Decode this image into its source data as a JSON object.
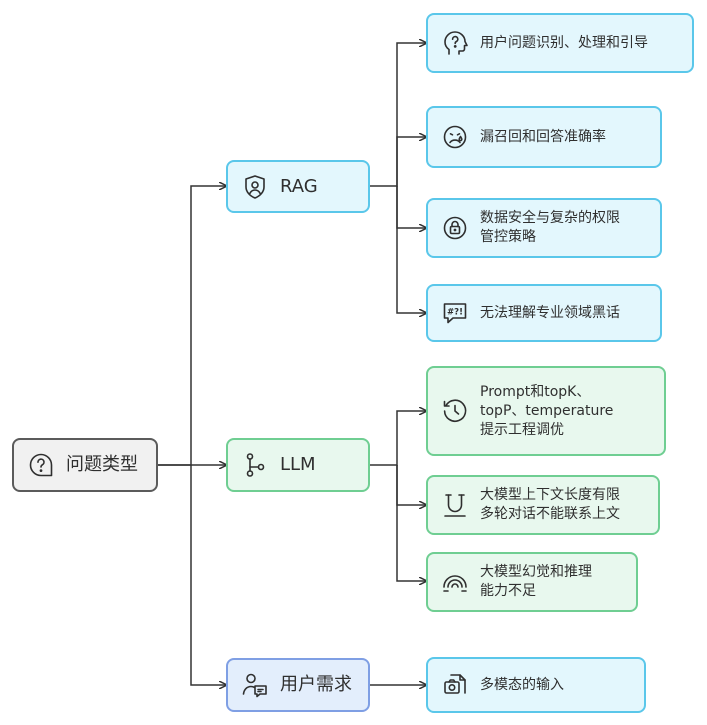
{
  "root": {
    "label": "问题类型",
    "icon": "question-bubble-icon"
  },
  "branches": [
    {
      "id": "rag",
      "label": "RAG",
      "icon": "shield-user-icon",
      "color": "#5ac7ea",
      "children": [
        {
          "label": "用户问题识别、处理和引导",
          "icon": "question-head-icon"
        },
        {
          "label": "漏召回和回答准确率",
          "icon": "sad-face-icon"
        },
        {
          "label": "数据安全与复杂的权限\n管控策略",
          "icon": "lock-icon"
        },
        {
          "label": "无法理解专业领域黑话",
          "icon": "cursing-speech-icon"
        }
      ]
    },
    {
      "id": "llm",
      "label": "LLM",
      "icon": "git-branch-icon",
      "color": "#6fce92",
      "children": [
        {
          "label": "Prompt和topK、\ntopP、temperature\n提示工程调优",
          "icon": "history-clock-icon"
        },
        {
          "label": "大模型上下文长度有限\n多轮对话不能联系上文",
          "icon": "magnet-icon"
        },
        {
          "label": "大模型幻觉和推理\n能力不足",
          "icon": "rainbow-icon"
        }
      ]
    },
    {
      "id": "user",
      "label": "用户需求",
      "icon": "user-chat-icon",
      "color": "#7f9fe4",
      "children": [
        {
          "label": "多模态的输入",
          "icon": "camera-files-icon"
        }
      ]
    }
  ],
  "colors": {
    "line": "#333333",
    "root_border": "#5b5b5b",
    "blue_border": "#5ac7ea",
    "green_border": "#6fce92",
    "purple_border": "#7f9fe4"
  }
}
